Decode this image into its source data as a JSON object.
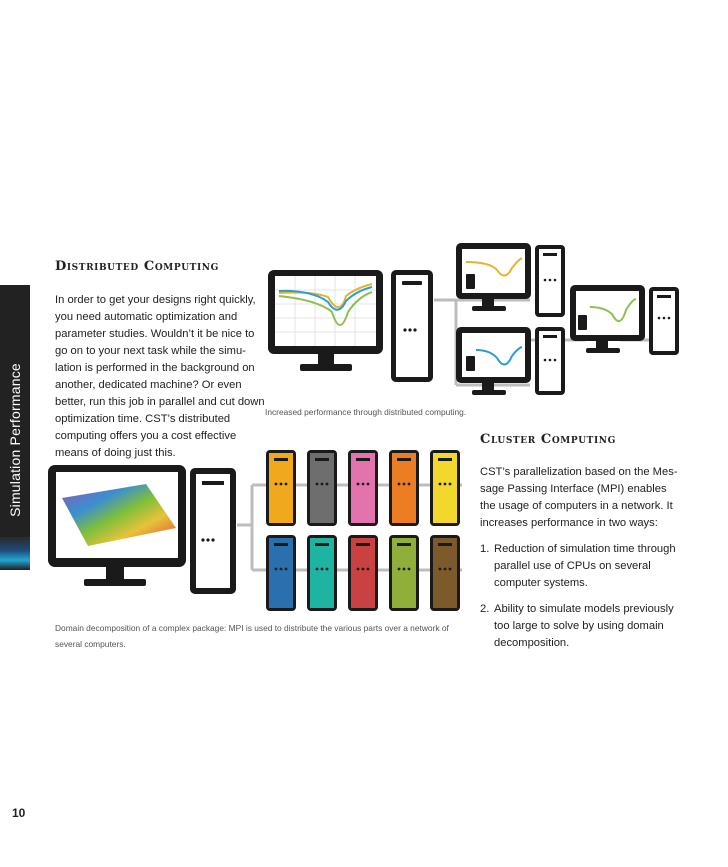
{
  "sidebar": {
    "label": "Simulation Performance"
  },
  "distributed": {
    "heading": "Distributed Computing",
    "lines": [
      "In order to get your designs right quickly,",
      "you need automatic optimization and",
      "parameter studies. Wouldn’t it be nice to",
      "go on to your next task while the simu-",
      "lation is performed in the background on",
      "another, dedicated machine? Or even",
      "better, run this job in parallel and cut down",
      "optimization time. CST’s distributed",
      "computing offers you a cost effective",
      "means of doing just this."
    ],
    "figure_caption": "Increased performance through distributed computing."
  },
  "domain_figure": {
    "caption_lines": [
      "Domain decomposition of a complex package: MPI is used to distribute the various parts over a network of",
      "several computers."
    ]
  },
  "cluster": {
    "heading": "Cluster Computing",
    "intro_lines": [
      "CST’s parallelization based on the Mes-",
      "sage Passing Interface (MPI) enables",
      "the usage of computers in a network. It",
      "increases performance in two ways:"
    ],
    "items": [
      {
        "number": "1.",
        "lines": [
          "Reduction of simulation time through",
          "parallel use of CPUs on several",
          "computer systems."
        ]
      },
      {
        "number": "2.",
        "lines": [
          "Ability to simulate models previously",
          "too large to solve by using domain",
          "decomposition."
        ]
      }
    ]
  },
  "cluster_colors": {
    "top": [
      "#f0a81c",
      "#6e6e6e",
      "#e373ad",
      "#ec7d22",
      "#f2d82c"
    ],
    "bottom": [
      "#2a6fae",
      "#1fb3a1",
      "#c94141",
      "#8fae3a",
      "#7d5a2c"
    ]
  },
  "page_number": "10"
}
